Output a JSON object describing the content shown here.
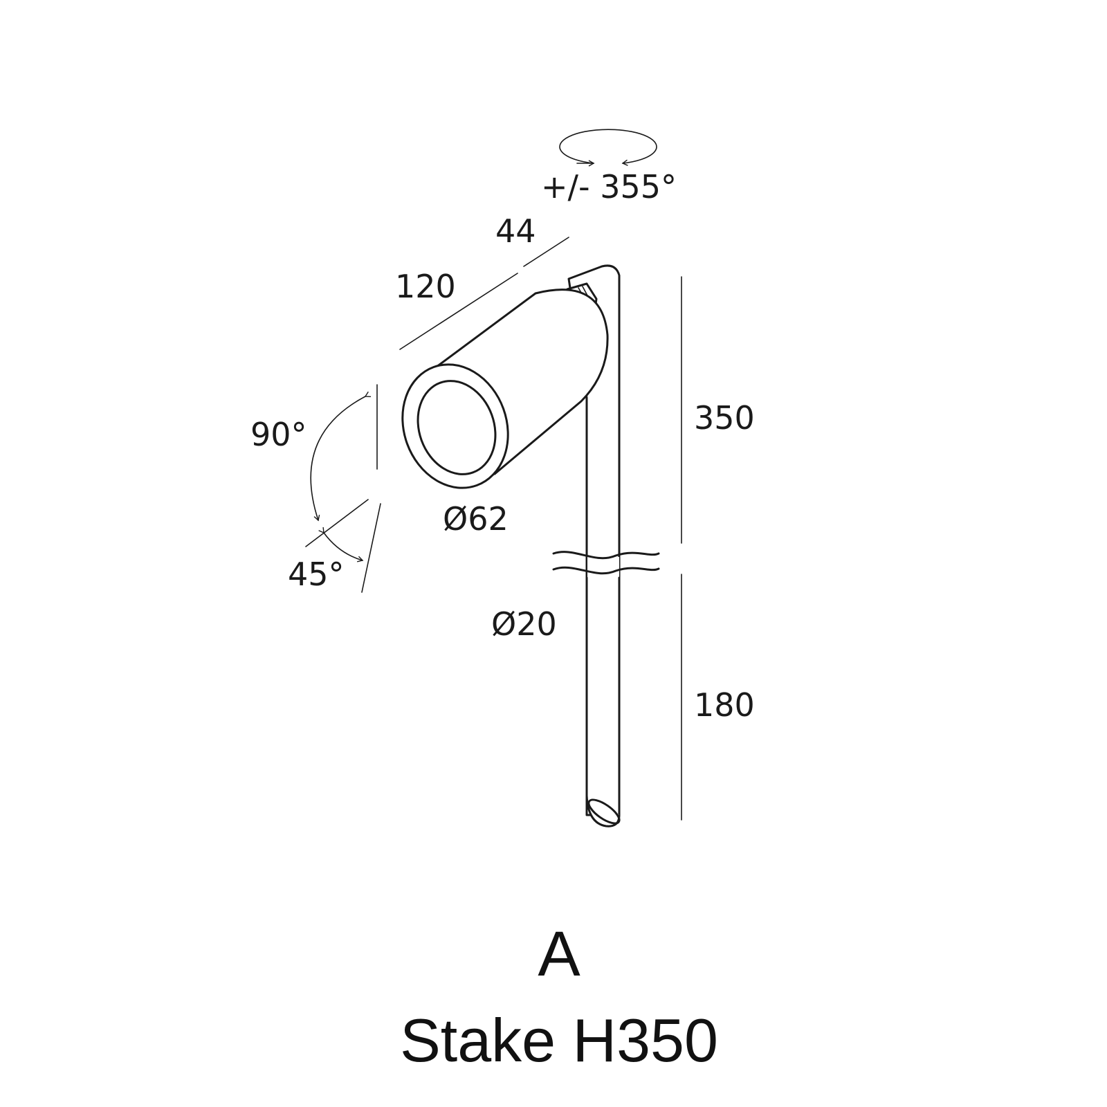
{
  "drawing": {
    "rotation_label": "+/- 355°",
    "dim_44": "44",
    "dim_120": "120",
    "dim_350": "350",
    "dim_180": "180",
    "angle_90": "90°",
    "angle_45": "45°",
    "diameter_head": "Ø62",
    "diameter_stake": "Ø20"
  },
  "caption": {
    "letter": "A",
    "name": "Stake H350"
  },
  "colors": {
    "line": "#1a1a1a",
    "background": "#ffffff"
  }
}
